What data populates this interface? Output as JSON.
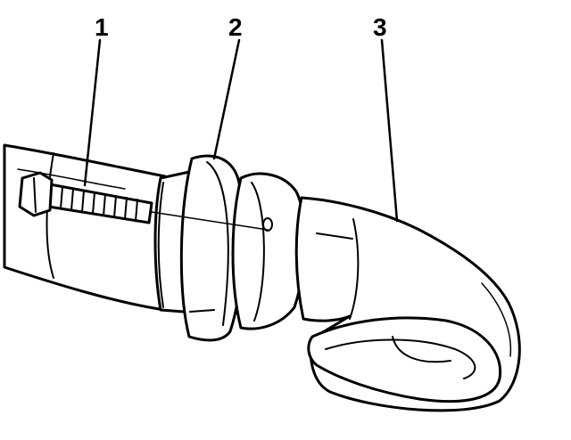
{
  "callouts": [
    {
      "label": "1",
      "part": "bolt"
    },
    {
      "label": "2",
      "part": "gasket"
    },
    {
      "label": "3",
      "part": "pipe"
    }
  ],
  "colors": {
    "ink": "#000000",
    "paper": "#ffffff"
  }
}
